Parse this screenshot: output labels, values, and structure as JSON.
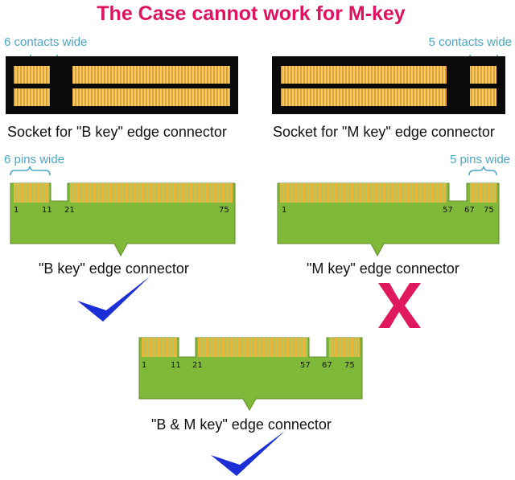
{
  "title": "The Case cannot work for M-key",
  "colors": {
    "title": "#e0115f",
    "socket_body": "#0a0a0a",
    "contact": "#e8a020",
    "contact_bg": "#f3e2b0",
    "board": "#80b83a",
    "board_edge": "#5f8f25",
    "finger": "#e9b43a",
    "caption": "#4aa6c9",
    "check": "#1c2fd6",
    "cross": "#e0195e"
  },
  "sockets": {
    "b_key": {
      "width_caption": "6 contacts wide",
      "label": "Socket for \"B key\" edge connector"
    },
    "m_key": {
      "width_caption": "5 contacts wide",
      "label": "Socket for \"M key\" edge connector"
    }
  },
  "connectors": {
    "b_key": {
      "width_caption": "6 pins wide",
      "label": "\"B key\" edge connector",
      "pins": [
        "1",
        "11",
        "21",
        "75"
      ],
      "status": "check-icon"
    },
    "m_key": {
      "width_caption": "5 pins wide",
      "label": "\"M key\" edge connector",
      "pins": [
        "1",
        "57",
        "67",
        "75"
      ],
      "status": "cross-icon"
    },
    "bm_key": {
      "label": "\"B & M key\" edge connector",
      "pins": [
        "1",
        "11",
        "21",
        "57",
        "67",
        "75"
      ],
      "status": "check-icon"
    }
  }
}
